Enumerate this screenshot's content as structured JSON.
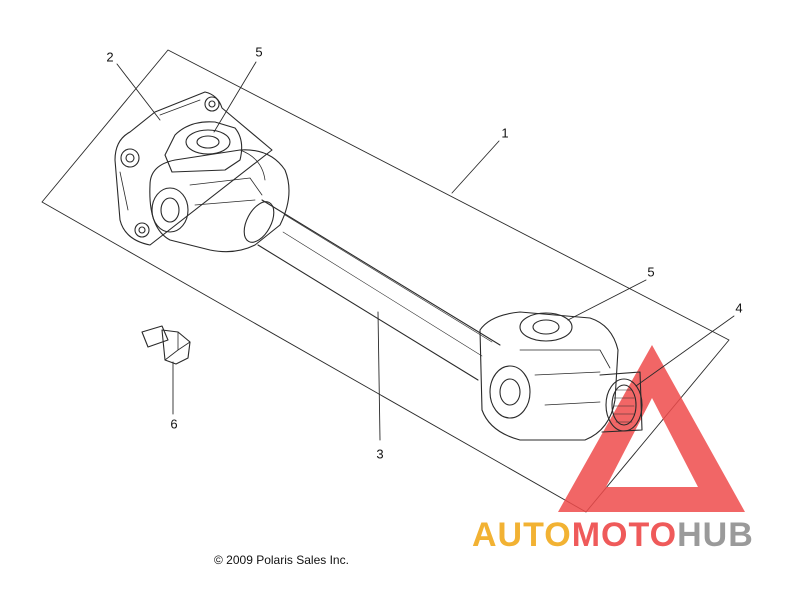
{
  "callouts": [
    {
      "id": "c1",
      "label": "1"
    },
    {
      "id": "c2",
      "label": "2"
    },
    {
      "id": "c3",
      "label": "3"
    },
    {
      "id": "c4",
      "label": "4"
    },
    {
      "id": "c5a",
      "label": "5"
    },
    {
      "id": "c5b",
      "label": "5"
    },
    {
      "id": "c6",
      "label": "6"
    }
  ],
  "copyright": "© 2009 Polaris Sales Inc.",
  "watermark": {
    "part1": "AUTO",
    "part2": "MOTO",
    "part3": "HUB"
  },
  "colors": {
    "line": "#2a2a2a",
    "watermark_red": "#ef4b4b",
    "watermark_gold": "#f2b233",
    "watermark_gray": "#9a9a9a"
  }
}
